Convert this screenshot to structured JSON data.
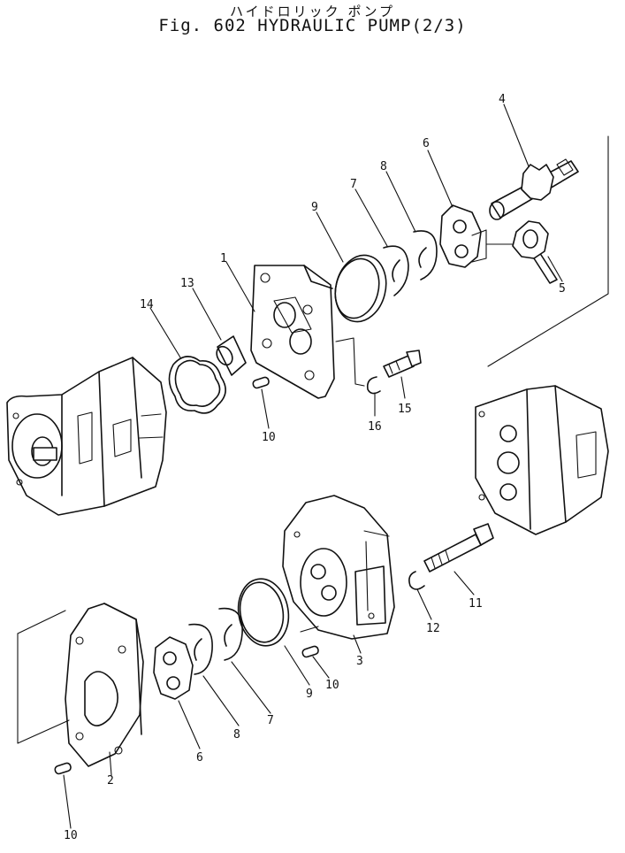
{
  "header": {
    "title_jp": "ハイドロリック ポンプ",
    "title_en": "Fig. 602 HYDRAULIC PUMP(2/3)"
  },
  "callouts": [
    "1",
    "2",
    "3",
    "4",
    "5",
    "6",
    "6",
    "7",
    "7",
    "8",
    "8",
    "9",
    "9",
    "10",
    "10",
    "10",
    "11",
    "12",
    "13",
    "14",
    "15",
    "16"
  ]
}
